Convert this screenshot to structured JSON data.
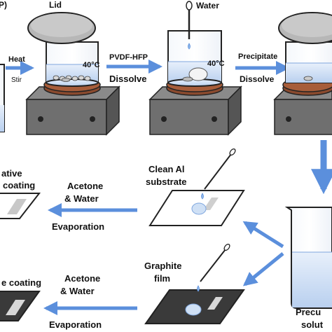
{
  "diagram": {
    "labels": {
      "corner_fragment": "P)",
      "lid": "Lid",
      "water": "Water",
      "heat": "Heat",
      "stir": "Stir",
      "temp1": "40°C",
      "temp2": "40°C",
      "pvdf_hfp": "PVDF-HFP",
      "dissolve1": "Dissolve",
      "precipitate": "Precipitate",
      "dissolve2": "Dissolve",
      "clean_al_line1": "Clean Al",
      "clean_al_line2": "substrate",
      "acetone_water_1a": "Acetone",
      "acetone_water_1b": "& Water",
      "evaporation1": "Evaporation",
      "native_line1": "ative",
      "native_line2": "coating",
      "graphite_line1": "Graphite",
      "graphite_line2": "film",
      "acetone_water_2a": "Acetone",
      "acetone_water_2b": "& Water",
      "evaporation2": "Evaporation",
      "bottom_left_fragment": "e coating",
      "precursor_line1": "Precu",
      "precursor_line2": "solut"
    },
    "colors": {
      "arrow": "#5b8fdc",
      "stove": "#6f6f6f",
      "stove_top": "#8a8a8a",
      "hot_plate": "#8a4a2e",
      "lid": "#b7b7b7",
      "liquid": "#cfe0f5",
      "graphite": "#3a3a3a"
    }
  }
}
